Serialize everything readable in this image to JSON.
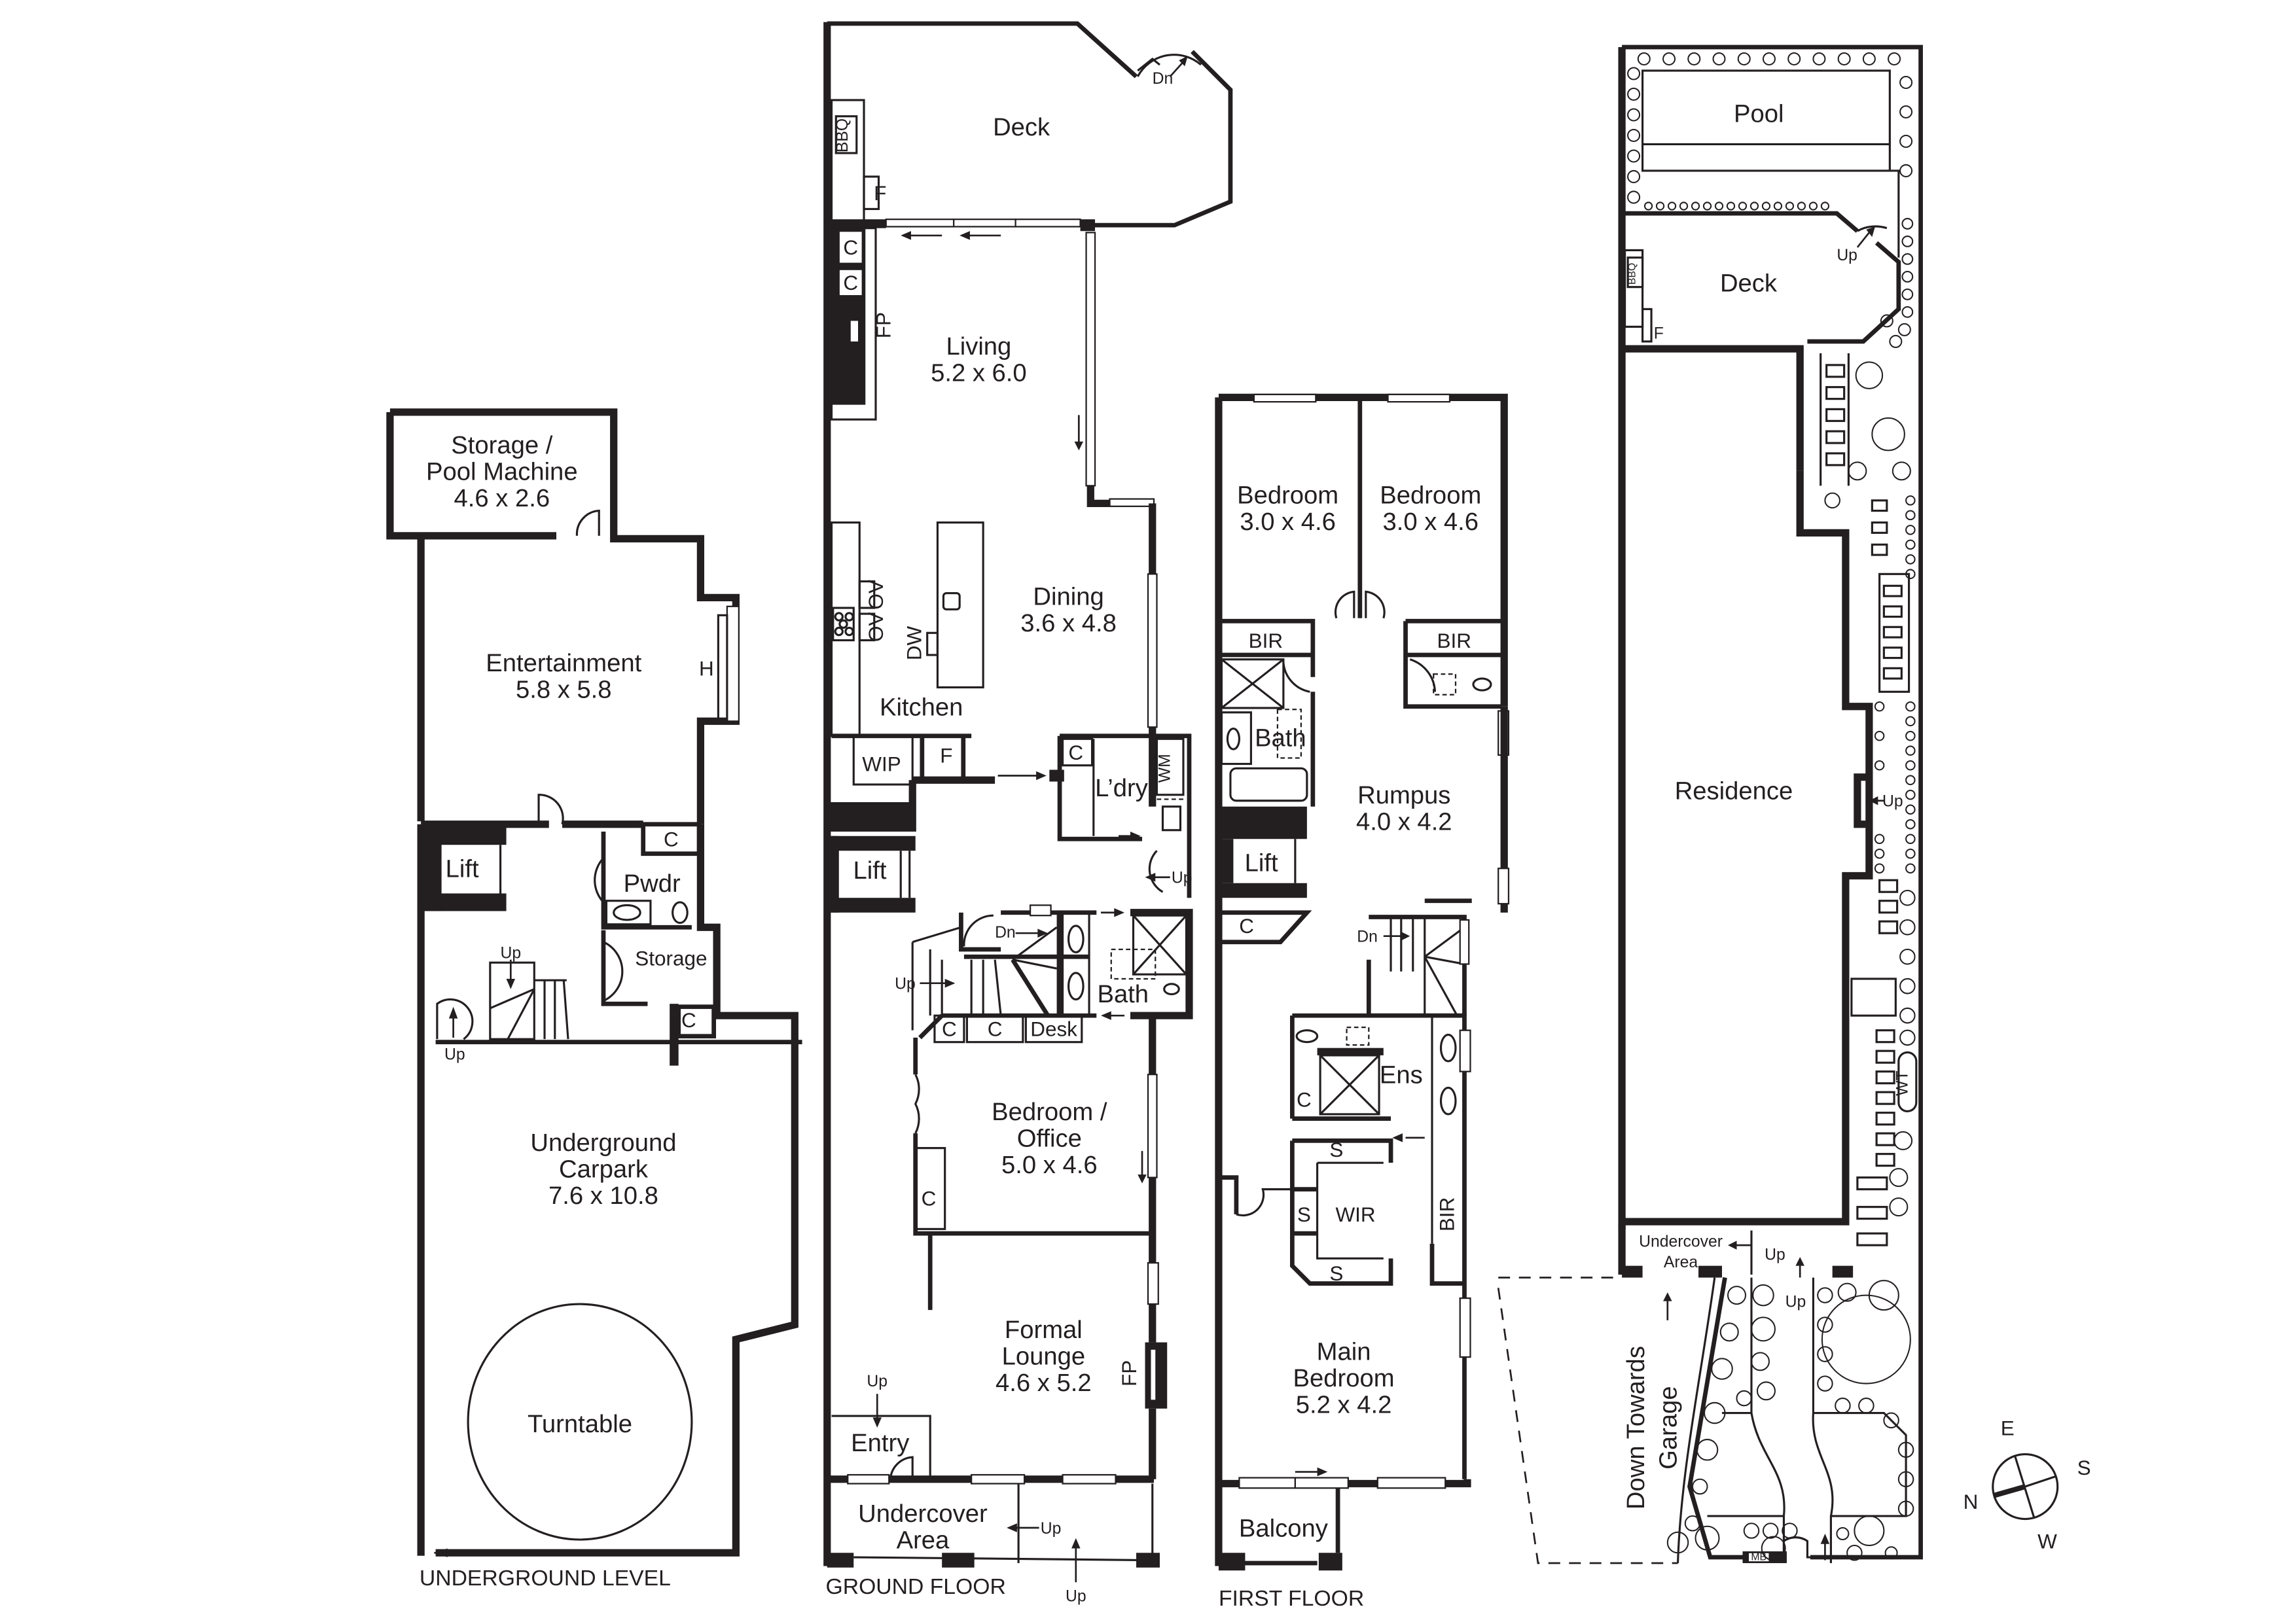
{
  "plan": {
    "levels": {
      "underground": {
        "caption": "UNDERGROUND LEVEL",
        "rooms": {
          "storage": {
            "name_line1": "Storage /",
            "name_line2": "Pool Machine",
            "dims": "4.6 x 2.6"
          },
          "entertainment": {
            "name": "Entertainment",
            "dims": "5.8 x 5.8"
          },
          "lift": {
            "name": "Lift"
          },
          "pwdr": {
            "name": "Pwdr"
          },
          "storage_small": {
            "name": "Storage"
          },
          "carpark": {
            "name_line1": "Underground",
            "name_line2": "Carpark",
            "dims": "7.6 x 10.8"
          },
          "turntable": {
            "name": "Turntable"
          }
        },
        "fixtures": {
          "heater": "H",
          "cupboard": "C"
        },
        "stair_labels": {
          "up": "Up"
        }
      },
      "ground": {
        "caption": "GROUND FLOOR",
        "rooms": {
          "deck": {
            "name": "Deck"
          },
          "living": {
            "name": "Living",
            "dims": "5.2 x 6.0"
          },
          "dining": {
            "name": "Dining",
            "dims": "3.6 x 4.8"
          },
          "kitchen": {
            "name": "Kitchen"
          },
          "wip": {
            "name": "WIP"
          },
          "laundry": {
            "name": "L’dry"
          },
          "lift": {
            "name": "Lift"
          },
          "bath": {
            "name": "Bath"
          },
          "bedroom_office": {
            "name_line1": "Bedroom /",
            "name_line2": "Office",
            "dims": "5.0 x 4.6"
          },
          "formal_lounge": {
            "name_line1": "Formal",
            "name_line2": "Lounge",
            "dims": "4.6 x 5.2"
          },
          "entry": {
            "name": "Entry"
          },
          "undercover": {
            "name_line1": "Undercover",
            "name_line2": "Area"
          }
        },
        "fixtures": {
          "bbq": "BBQ",
          "fridge": "F",
          "fireplace": "FP",
          "cupboard": "C",
          "oven": "OV",
          "dishwasher": "DW",
          "washing_machine": "WM",
          "desk": "Desk"
        },
        "stair_labels": {
          "up": "Up",
          "down": "Dn"
        }
      },
      "first": {
        "caption": "FIRST FLOOR",
        "rooms": {
          "bedroom1": {
            "name": "Bedroom",
            "dims": "3.0 x 4.6"
          },
          "bedroom2": {
            "name": "Bedroom",
            "dims": "3.0 x 4.6"
          },
          "bir": {
            "name": "BIR"
          },
          "bath": {
            "name": "Bath"
          },
          "rumpus": {
            "name": "Rumpus",
            "dims": "4.0 x 4.2"
          },
          "lift": {
            "name": "Lift"
          },
          "ens": {
            "name": "Ens"
          },
          "wir": {
            "name": "WIR"
          },
          "main_bedroom": {
            "name_line1": "Main",
            "name_line2": "Bedroom",
            "dims": "5.2 x 4.2"
          },
          "balcony": {
            "name": "Balcony"
          }
        },
        "fixtures": {
          "cupboard": "C",
          "shelf": "S"
        },
        "stair_labels": {
          "down": "Dn"
        }
      },
      "site": {
        "areas": {
          "pool": {
            "name": "Pool"
          },
          "deck": {
            "name": "Deck"
          },
          "residence": {
            "name": "Residence"
          },
          "undercover": {
            "name_line1": "Undercover",
            "name_line2": "Area"
          },
          "driveway": {
            "name_line1": "Down Towards",
            "name_line2": "Garage"
          }
        },
        "fixtures": {
          "bbq": "BBQ",
          "fridge": "F",
          "water_tank": "WT",
          "mailbox": "MB"
        },
        "stair_labels": {
          "up": "Up"
        }
      }
    },
    "compass": {
      "n": "N",
      "e": "E",
      "s": "S",
      "w": "W"
    },
    "colors": {
      "ink": "#231f20",
      "paper": "#ffffff"
    }
  }
}
